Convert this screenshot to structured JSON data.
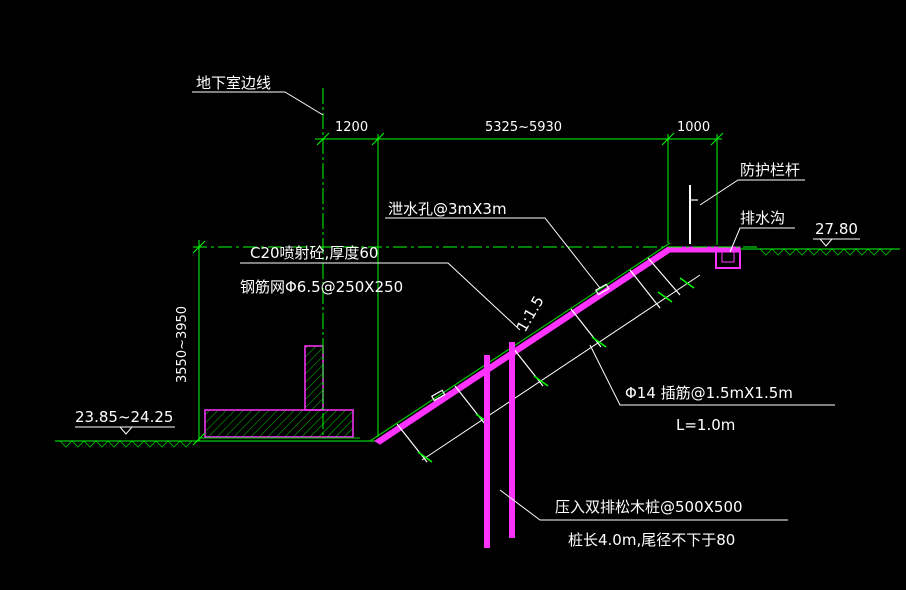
{
  "colors": {
    "background": "#000000",
    "dimension": "#00ff00",
    "ground": "#00cc00",
    "text": "#ffffff",
    "concrete": "#ff33ff",
    "centerline": "#00ff00"
  },
  "labels": {
    "basement_edge": "地下室边线",
    "dim_1200": "1200",
    "dim_span": "5325~5930",
    "dim_1000": "1000",
    "dim_height": "3550~3950",
    "guardrail": "防护栏杆",
    "drain_ditch": "排水沟",
    "elev_top": "27.80",
    "drain_hole": "泄水孔@3mX3m",
    "shotcrete": "C20喷射砼,厚度60",
    "mesh": "钢筋网Φ6.5@250X250",
    "slope_ratio": "1:1.5",
    "dowel": "Φ14 插筋@1.5mX1.5m",
    "dowel_len": "L=1.0m",
    "elev_bottom": "23.85~24.25",
    "piles": "压入双排松木桩@500X500",
    "pile_len": "桩长4.0m,尾径不下于80"
  }
}
